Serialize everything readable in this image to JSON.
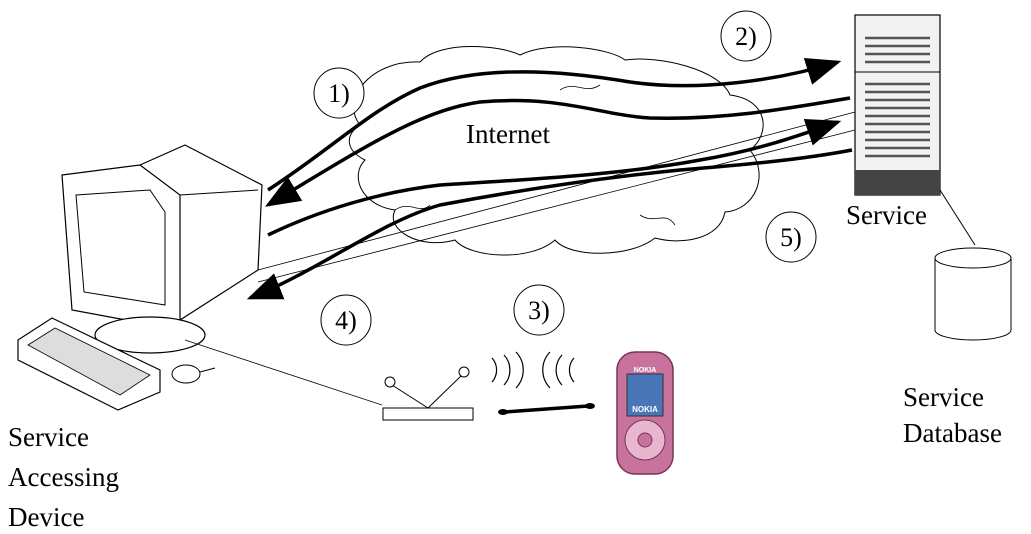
{
  "labels": {
    "internet": "Internet",
    "service": "Service",
    "service_database_line1": "Service",
    "service_database_line2": "Database",
    "device_line1": "Service",
    "device_line2": "Accessing",
    "device_line3": "Device"
  },
  "steps": [
    "1)",
    "2)",
    "3)",
    "4)",
    "5)"
  ],
  "phone_brand": "NOKIA",
  "colors": {
    "phone_body": "#c8739d",
    "phone_screen": "#4a76b8",
    "server_dark": "#444444"
  }
}
